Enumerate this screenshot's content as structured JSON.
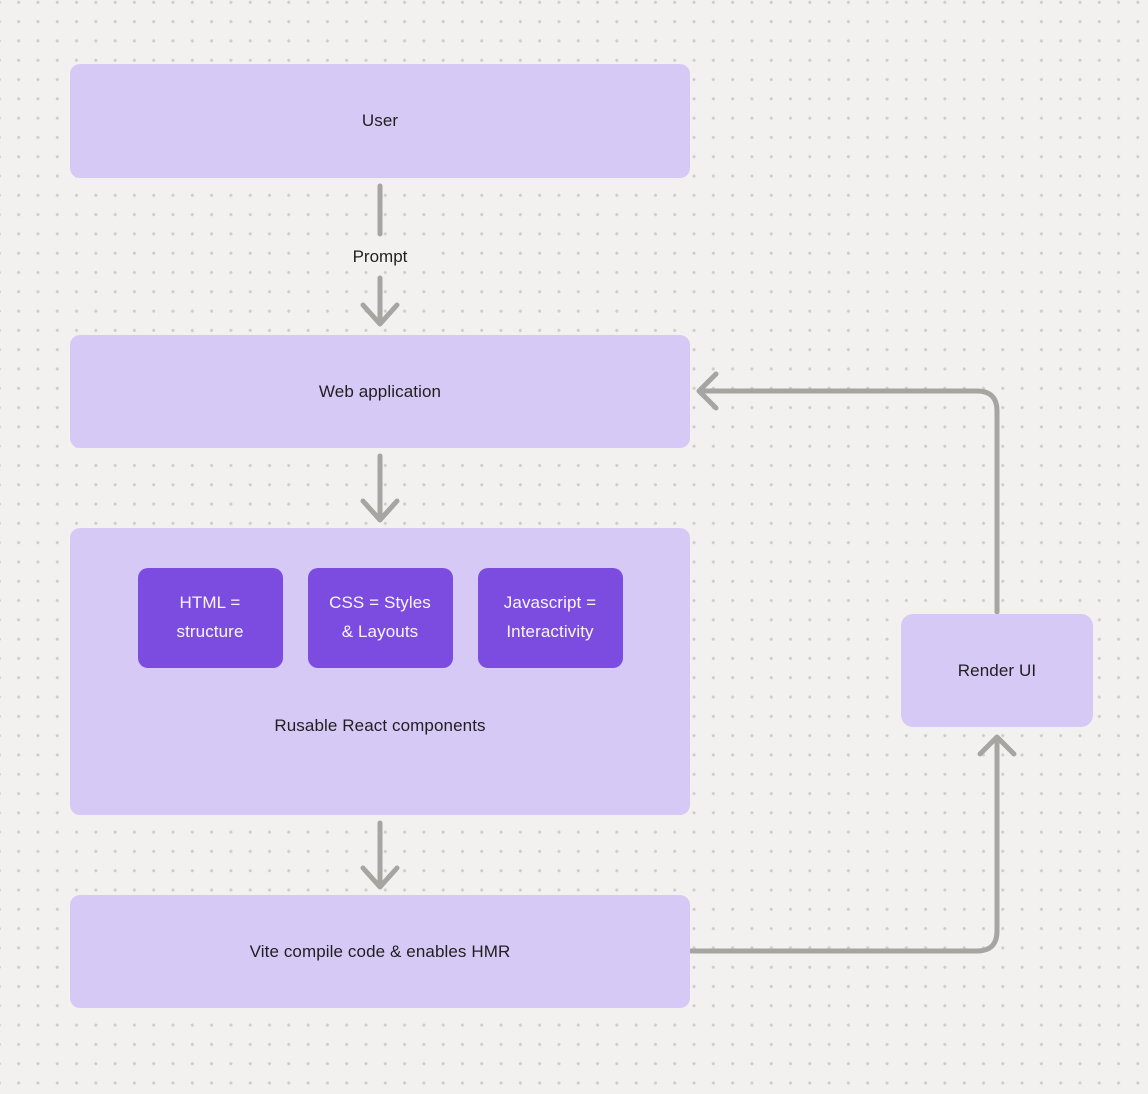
{
  "colors": {
    "background": "#f2f1ef",
    "dot": "#cfcdcb",
    "node_fill": "#d7c9f6",
    "accent_fill": "#7c4ce0",
    "arrow": "#a7a5a2",
    "text_dark": "#1f1f1f",
    "text_light": "#f9f6ff"
  },
  "nodes": {
    "user": {
      "label": "User"
    },
    "web_application": {
      "label": "Web application"
    },
    "components_group": {
      "label": "Rusable React components"
    },
    "html": {
      "label": "HTML = structure"
    },
    "css": {
      "label": "CSS = Styles & Layouts"
    },
    "javascript": {
      "label": "Javascript = Interactivity"
    },
    "vite": {
      "label": "Vite compile code & enables HMR"
    },
    "render_ui": {
      "label": "Render UI"
    }
  },
  "edges": {
    "prompt": {
      "label": "Prompt"
    }
  }
}
